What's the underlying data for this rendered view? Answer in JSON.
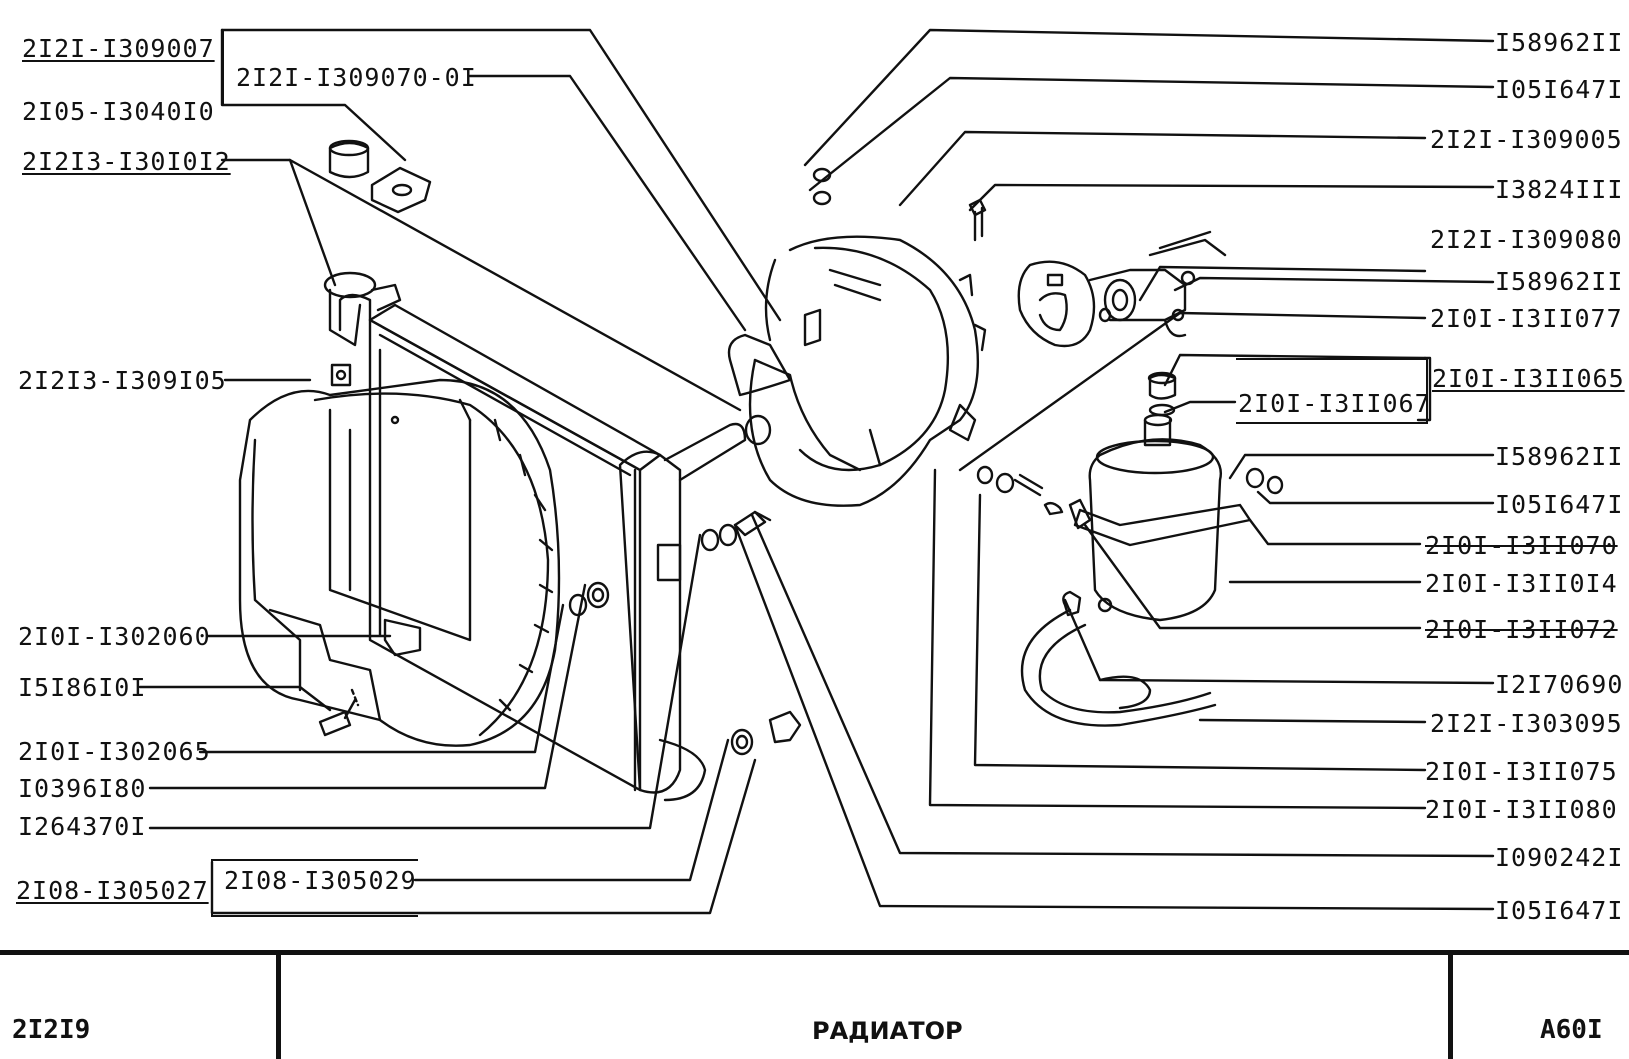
{
  "labels_left": {
    "l1": "2I2I-I309007",
    "l2": "2I2I-I309070-0I",
    "l3": "2I05-I3040I0",
    "l4": "2I2I3-I30I0I2",
    "l5": "2I2I3-I309I05",
    "l6": "2I0I-I302060",
    "l7": "I5I86I0I",
    "l8": "2I0I-I302065",
    "l9": "I0396I80",
    "l10": "I264370I",
    "l11": "2I08-I305029",
    "l12": "2I08-I305027"
  },
  "labels_right": {
    "r1": "I58962II",
    "r2": "I05I647I",
    "r3": "2I2I-I309005",
    "r4": "I3824III",
    "r5": "2I2I-I309080",
    "r6": "I58962II",
    "r7": "2I0I-I3II077",
    "r8": "2I0I-I3II065",
    "r9": "2I0I-I3II067",
    "r10": "I58962II",
    "r11": "I05I647I",
    "r12": "2I0I-I3II070",
    "r13": "2I0I-I3II0I4",
    "r14": "2I0I-I3II072",
    "r15": "I2I70690",
    "r16": "2I2I-I303095",
    "r17": "2I0I-I3II075",
    "r18": "2I0I-I3II080",
    "r19": "I090242I",
    "r20": "I05I647I"
  },
  "footer": {
    "model": "2I2I9",
    "title": "РАДИАТОР",
    "code": "A60I"
  },
  "colors": {
    "ink": "#111111",
    "paper": "#ffffff"
  }
}
